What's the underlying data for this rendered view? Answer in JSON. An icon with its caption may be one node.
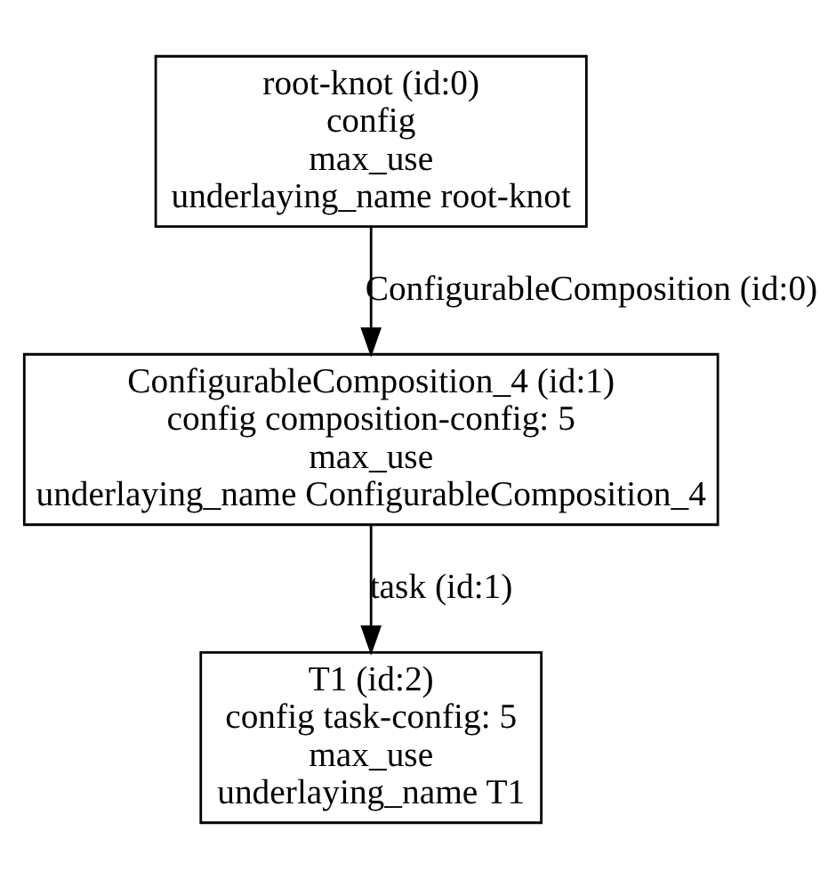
{
  "diagram": {
    "nodes": [
      {
        "text": [
          "root-knot (id:0)",
          "config",
          "max_use",
          "underlaying_name root-knot"
        ]
      },
      {
        "text": [
          "ConfigurableComposition_4 (id:1)",
          "config composition-config: 5",
          "max_use",
          "underlaying_name ConfigurableComposition_4"
        ]
      },
      {
        "text": [
          "T1 (id:2)",
          "config task-config: 5",
          "max_use",
          "underlaying_name T1"
        ]
      }
    ],
    "edges": [
      {
        "from": 0,
        "to": 1,
        "arrow": "to",
        "label": "ConfigurableComposition (id:0)"
      },
      {
        "from": 1,
        "to": 2,
        "arrow": "to",
        "label": "task (id:1)"
      }
    ]
  }
}
